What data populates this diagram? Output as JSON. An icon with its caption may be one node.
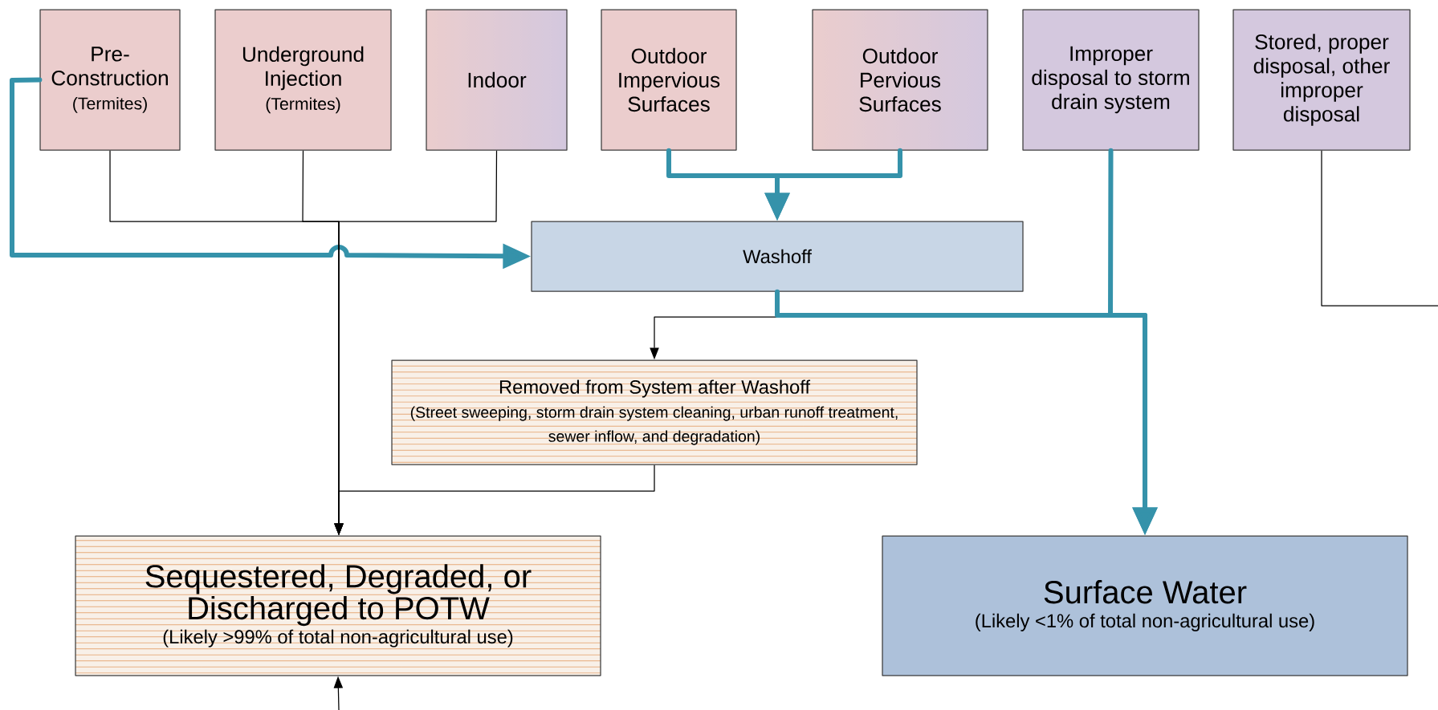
{
  "diagram": {
    "nodes": [
      {
        "text": [
          "Pre-Construction",
          "(Termites)"
        ]
      },
      {
        "text": [
          "Underground Injection",
          "(Termites)"
        ]
      },
      {
        "text": [
          "Indoor"
        ]
      },
      {
        "text": [
          "Outdoor Impervious Surfaces"
        ]
      },
      {
        "text": [
          "Outdoor Pervious Surfaces"
        ]
      },
      {
        "text": [
          "Improper disposal to storm drain system"
        ]
      },
      {
        "text": [
          "Stored, proper disposal, other improper disposal"
        ]
      },
      {
        "text": [
          "Washoff"
        ]
      },
      {
        "text": [
          "Removed from System after Washoff",
          "(Street sweeping, storm drain system cleaning, urban runoff treatment, sewer inflow, and degradation)"
        ]
      },
      {
        "text": [
          "Sequestered, Degraded, or Discharged to POTW",
          "(Likely >99% of total non-agricultural use)"
        ]
      },
      {
        "text": [
          "Surface Water",
          "(Likely <1% of total non-agricultural use)"
        ]
      }
    ],
    "edges": [
      {
        "from": 0,
        "to": 7,
        "arrow": "to",
        "style": "thick",
        "color": "#3592aa"
      },
      {
        "from": 3,
        "to": 7,
        "arrow": "to",
        "style": "thick",
        "color": "#3592aa"
      },
      {
        "from": 4,
        "to": 7,
        "arrow": "to",
        "style": "thick",
        "color": "#3592aa"
      },
      {
        "from": 0,
        "to": 9,
        "arrow": "to"
      },
      {
        "from": 1,
        "to": 9,
        "arrow": "to"
      },
      {
        "from": 2,
        "to": 9,
        "arrow": "to"
      },
      {
        "from": 7,
        "to": 8,
        "arrow": "to"
      },
      {
        "from": 7,
        "to": 10,
        "arrow": "to",
        "style": "thick",
        "color": "#3592aa"
      },
      {
        "from": 5,
        "to": 10,
        "arrow": "to",
        "style": "thick",
        "color": "#3592aa"
      },
      {
        "from": 8,
        "to": 9,
        "arrow": "to"
      },
      {
        "from": 6,
        "to": null,
        "arrow": "none"
      },
      {
        "from": null,
        "to": 9,
        "arrow": "to"
      }
    ]
  }
}
